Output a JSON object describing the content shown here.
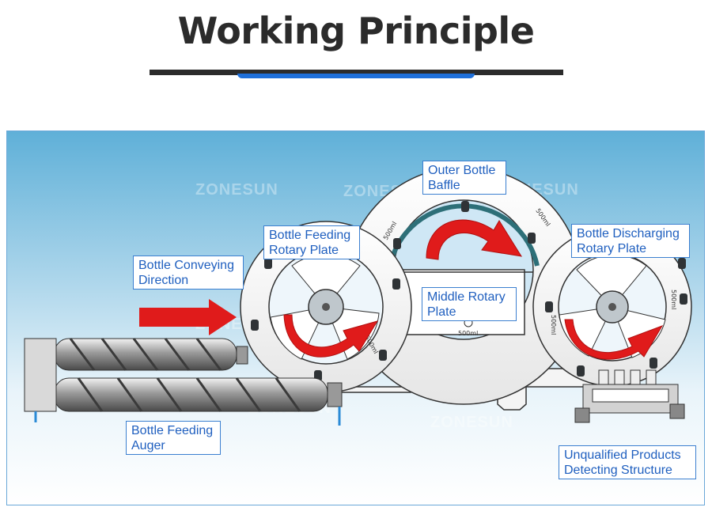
{
  "header": {
    "title": "Working Principle",
    "accent_color": "#1e6fd9",
    "rule_color": "#2b2b2b"
  },
  "panel": {
    "background_top": "#5fb0d8",
    "background_bottom": "#ffffff"
  },
  "labels": {
    "outer_bottle_baffle": "Outer Bottle\nBaffle",
    "bottle_feeding_rotary_plate": "Bottle Feeding\nRotary Plate",
    "bottle_discharging_rotary_plate": "Bottle Discharging\nRotary Plate",
    "bottle_conveying_direction": "Bottle Conveying\nDirection",
    "middle_rotary_plate": "Middle Rotary\nPlate",
    "bottle_feeding_auger": "Bottle Feeding\nAuger",
    "unqualified_products_detecting_structure": "Unqualified Products\nDetecting Structure"
  },
  "watermark": "ZONESUN",
  "plate_marking": "500ml",
  "arrow_color": "#e01b1b"
}
